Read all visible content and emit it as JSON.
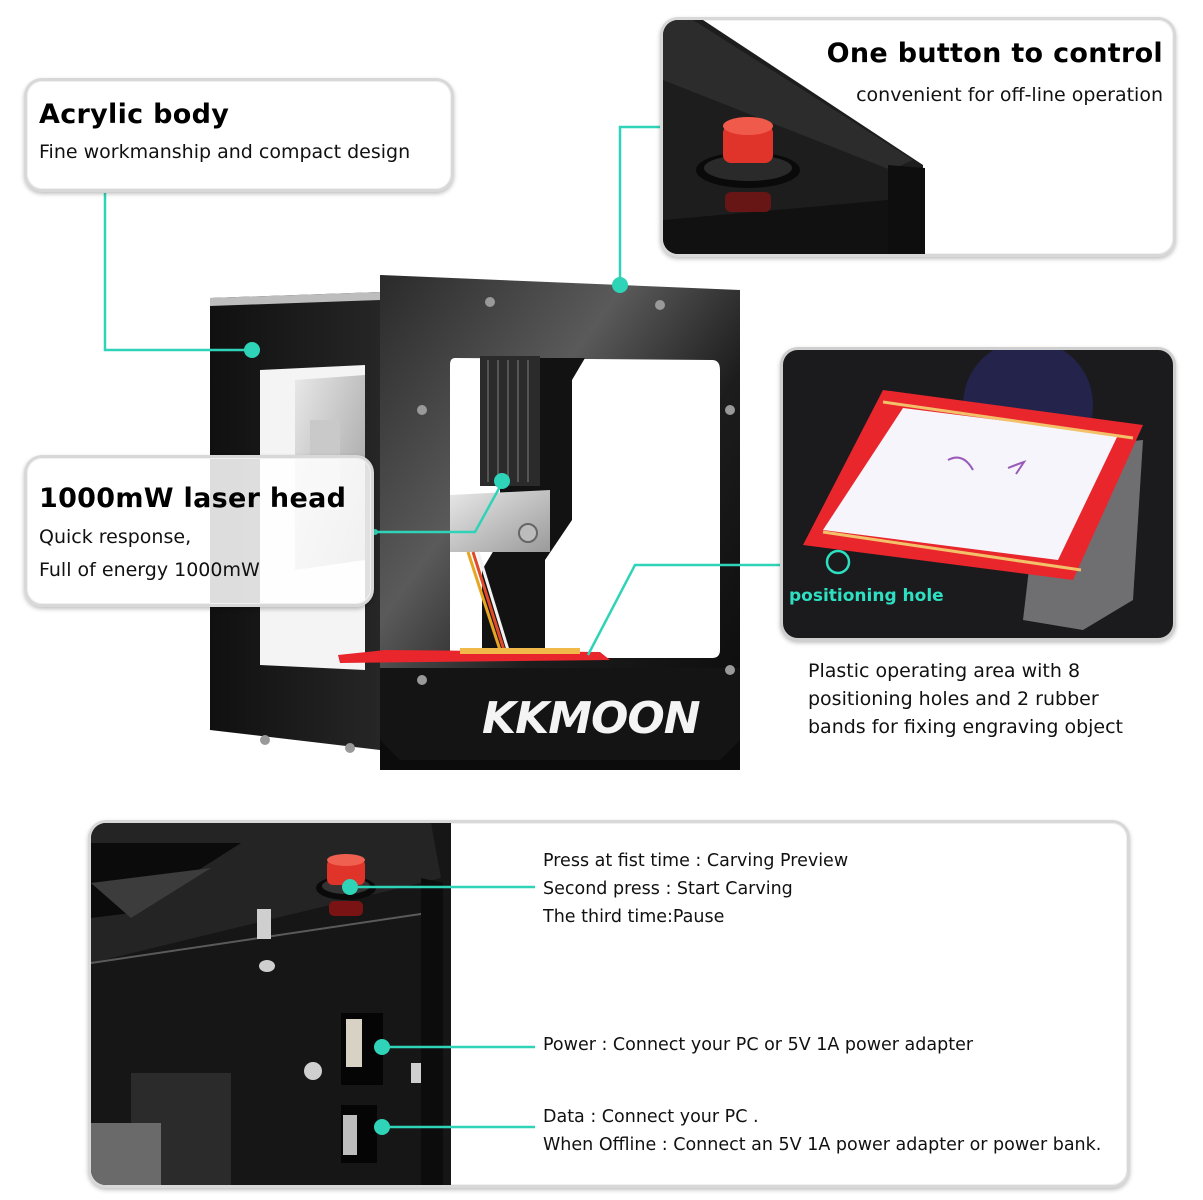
{
  "colors": {
    "accent_teal": "#2fd3b7",
    "frame_black": "#141414",
    "button_red": "#e0332a",
    "panel_border": "#d4d4d4",
    "bed_red": "#e8262c"
  },
  "product": {
    "brand_logo": "KKMOON",
    "image_description": "black acrylic laser engraver frame"
  },
  "callouts": {
    "acrylic_body": {
      "title": "Acrylic body",
      "subtitle": "Fine workmanship and compact design"
    },
    "one_button": {
      "title": "One button to control",
      "subtitle": "convenient for off-line operation"
    },
    "laser_head": {
      "title": "1000mW laser head",
      "line1": "Quick response,",
      "line2": "Full of energy 1000mW"
    },
    "operating_area": {
      "photo_label": "positioning hole",
      "line1": "Plastic operating area with 8",
      "line2": "positioning holes and 2 rubber",
      "line3": "bands for fixing engraving object"
    }
  },
  "bottom_panel": {
    "button_info": [
      "Press at fist time : Carving Preview",
      "Second press : Start Carving",
      "The third time:Pause"
    ],
    "power_info": "Power : Connect your PC or 5V 1A power adapter",
    "data_info": [
      "Data : Connect your PC .",
      "When Offline : Connect an 5V 1A power adapter or power bank."
    ]
  }
}
